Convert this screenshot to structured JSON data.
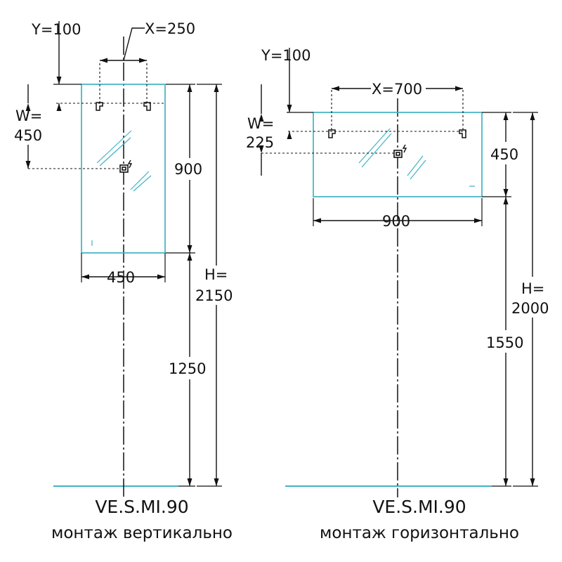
{
  "colors": {
    "mirror": "#3fb3c2",
    "floor": "#3fb3c2",
    "lines": "#111111"
  },
  "icons": [
    "mounting-hook-icon",
    "electrical-socket-icon"
  ],
  "vertical": {
    "labels": {
      "y": "Y=100",
      "x": "X=250",
      "w_top": "W=",
      "w_bottom": "450",
      "mirror_height": "900",
      "mirror_width": "450",
      "h_top": "H=",
      "h_bottom": "2150",
      "mount_height": "1250"
    },
    "caption": {
      "model": "VE.S.MI.90",
      "mounting": "монтаж вертикально"
    }
  },
  "horizontal": {
    "labels": {
      "y": "Y=100",
      "x": "X=700",
      "w_top": "W=",
      "w_bottom": "225",
      "socket_offset": "450",
      "mirror_width": "900",
      "h_top": "H=",
      "h_bottom": "2000",
      "mount_height": "1550"
    },
    "caption": {
      "model": "VE.S.MI.90",
      "mounting": "монтаж горизонтально"
    }
  }
}
